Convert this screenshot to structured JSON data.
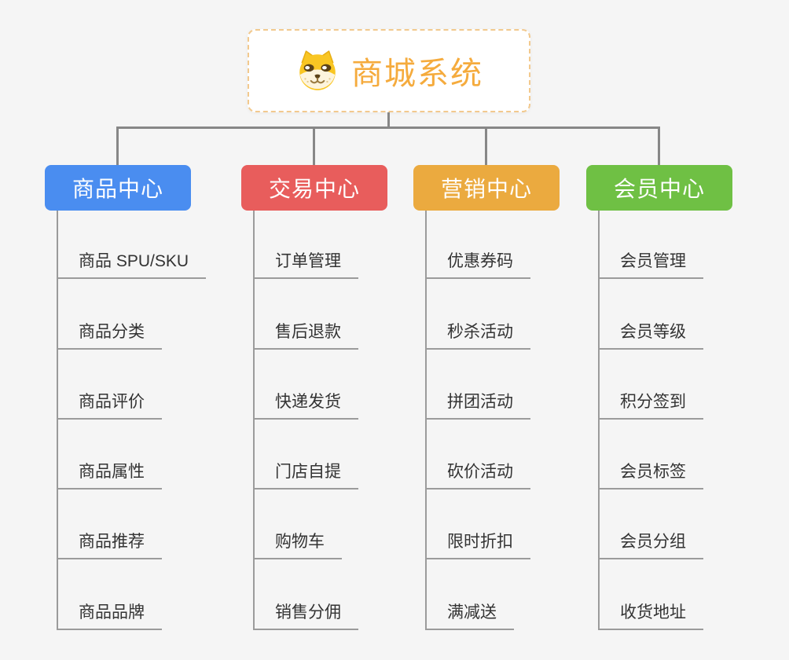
{
  "page": {
    "background_color": "#f5f5f5",
    "connector_color": "#878787",
    "leaf_line_color": "#9b9b9b"
  },
  "root": {
    "title": "商城系统",
    "icon": "dog-face-icon",
    "text_color": "#f5ab3d",
    "border_color": "#f2c98e"
  },
  "branches": [
    {
      "label": "商品中心",
      "color": "#4a8df0",
      "children": [
        "商品 SPU/SKU",
        "商品分类",
        "商品评价",
        "商品属性",
        "商品推荐",
        "商品品牌"
      ]
    },
    {
      "label": "交易中心",
      "color": "#e85d5c",
      "children": [
        "订单管理",
        "售后退款",
        "快递发货",
        "门店自提",
        "购物车",
        "销售分佣"
      ]
    },
    {
      "label": "营销中心",
      "color": "#ebaa3f",
      "children": [
        "优惠券码",
        "秒杀活动",
        "拼团活动",
        "砍价活动",
        "限时折扣",
        "满减送"
      ]
    },
    {
      "label": "会员中心",
      "color": "#6fc044",
      "children": [
        "会员管理",
        "会员等级",
        "积分签到",
        "会员标签",
        "会员分组",
        "收货地址"
      ]
    }
  ]
}
